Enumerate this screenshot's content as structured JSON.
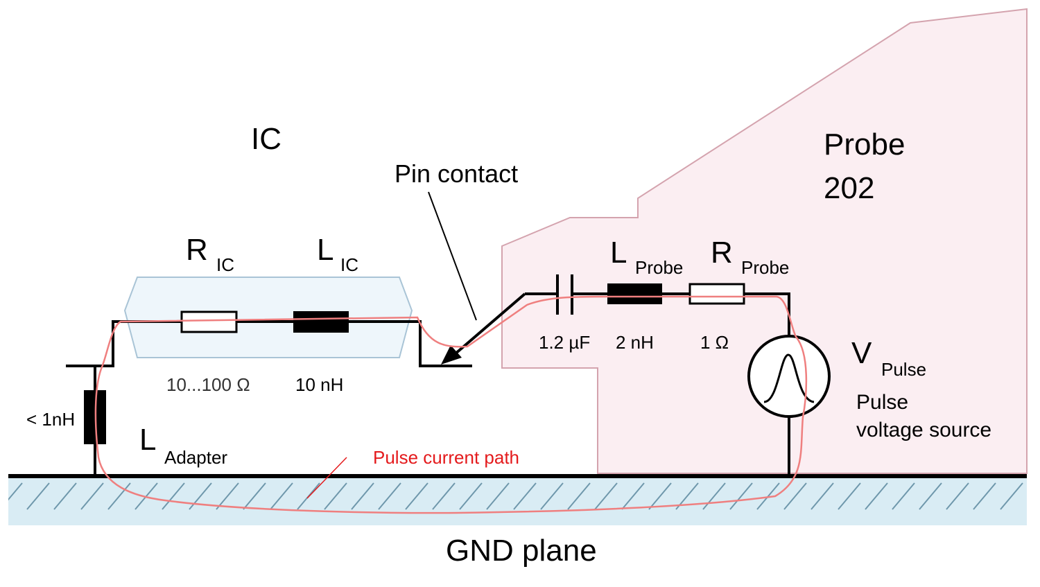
{
  "labels": {
    "ic": "IC",
    "probe_line1": "Probe",
    "probe_line2": "202",
    "pin_contact": "Pin contact",
    "gnd_plane": "GND plane",
    "pulse_current_path": "Pulse current path",
    "pulse_line1": "Pulse",
    "pulse_line2": "voltage source"
  },
  "components": {
    "r_ic": {
      "symbol": "R",
      "subscript": "IC",
      "value": "10...100 Ω"
    },
    "l_ic": {
      "symbol": "L",
      "subscript": "IC",
      "value": "10 nH"
    },
    "l_adapter": {
      "symbol": "L",
      "subscript": "Adapter",
      "value": "< 1nH"
    },
    "capacitor": {
      "value": "1.2 µF"
    },
    "l_probe": {
      "symbol": "L",
      "subscript": "Probe",
      "value": "2 nH"
    },
    "r_probe": {
      "symbol": "R",
      "subscript": "Probe",
      "value": "1 Ω"
    },
    "v_pulse": {
      "symbol": "V",
      "subscript": "Pulse"
    }
  },
  "colors": {
    "probe_fill": "#fbeef2",
    "probe_stroke": "#d4a3ae",
    "ic_fill": "#eef6fb",
    "ic_stroke": "#a9c4d6",
    "gnd_fill": "#d9ecf4",
    "gnd_hatch": "#6e97ab",
    "current_path": "#ef7f7f",
    "label_red": "#e41a1c",
    "wire": "#000000"
  }
}
